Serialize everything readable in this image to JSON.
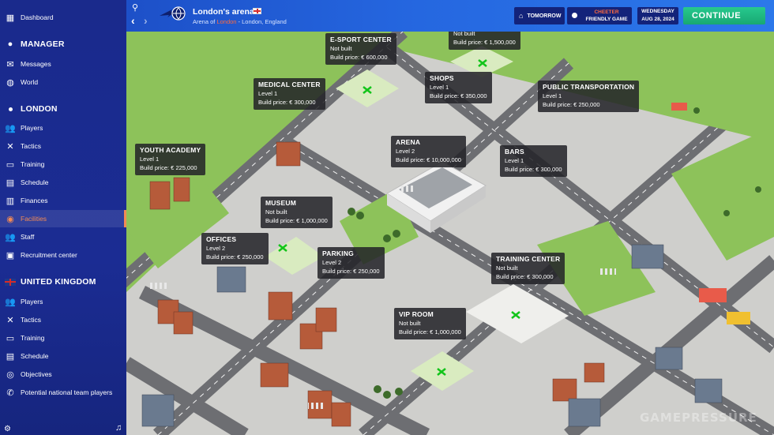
{
  "sidebar": {
    "dashboard": "Dashboard",
    "manager_header": "MANAGER",
    "messages": "Messages",
    "world": "World",
    "club_header": "LONDON",
    "players": "Players",
    "tactics": "Tactics",
    "training": "Training",
    "schedule": "Schedule",
    "finances": "Finances",
    "facilities": "Facilities",
    "staff": "Staff",
    "recruitment": "Recruitment center",
    "country_header": "UNITED KINGDOM",
    "nat_players": "Players",
    "nat_tactics": "Tactics",
    "nat_training": "Training",
    "nat_schedule": "Schedule",
    "objectives": "Objectives",
    "potential": "Potential national team players"
  },
  "header": {
    "title": "London's arena",
    "subtitle_prefix": "Arena of ",
    "subtitle_city": "London",
    "subtitle_suffix": " - London, England",
    "tomorrow": "TOMORROW",
    "opponent": "CHEETER",
    "match_type": "FRIENDLY GAME",
    "day": "WEDNESDAY",
    "date": "AUG 28, 2024",
    "continue": "CONTINUE"
  },
  "buildings": {
    "esport": {
      "name": "E-SPORT CENTER",
      "status": "Not built",
      "price": "Build price: € 600,000"
    },
    "unknown_top": {
      "name": "",
      "status": "Not built",
      "price": "Build price: € 1,500,000"
    },
    "medical": {
      "name": "MEDICAL CENTER",
      "status": "Level 1",
      "price": "Build price: € 300,000"
    },
    "shops": {
      "name": "SHOPS",
      "status": "Level 1",
      "price": "Build price: € 350,000"
    },
    "transport": {
      "name": "PUBLIC TRANSPORTATION",
      "status": "Level 1",
      "price": "Build price: € 250,000"
    },
    "youth": {
      "name": "YOUTH ACADEMY",
      "status": "Level 1",
      "price": "Build price: € 225,000"
    },
    "arena": {
      "name": "ARENA",
      "status": "Level 2",
      "price": "Build price: € 10,000,000"
    },
    "bars": {
      "name": "BARS",
      "status": "Level 1",
      "price": "Build price: € 300,000"
    },
    "museum": {
      "name": "MUSEUM",
      "status": "Not built",
      "price": "Build price: € 1,000,000"
    },
    "offices": {
      "name": "OFFICES",
      "status": "Level 2",
      "price": "Build price: € 250,000"
    },
    "parking": {
      "name": "PARKING",
      "status": "Level 2",
      "price": "Build price: € 250,000"
    },
    "training": {
      "name": "TRAINING CENTER",
      "status": "Not built",
      "price": "Build price: € 300,000"
    },
    "vip": {
      "name": "VIP ROOM",
      "status": "Not built",
      "price": "Build price: € 1,000,000"
    }
  },
  "watermark": "GAMEPRESSURE",
  "colors": {
    "sidebar": "#1b2c93",
    "topbar": "#2567e0",
    "accent": "#f28a55",
    "continue": "#1fb87f",
    "grass": "#8dc25a",
    "road": "#6f6f73",
    "plaza": "#d6d6d2"
  }
}
